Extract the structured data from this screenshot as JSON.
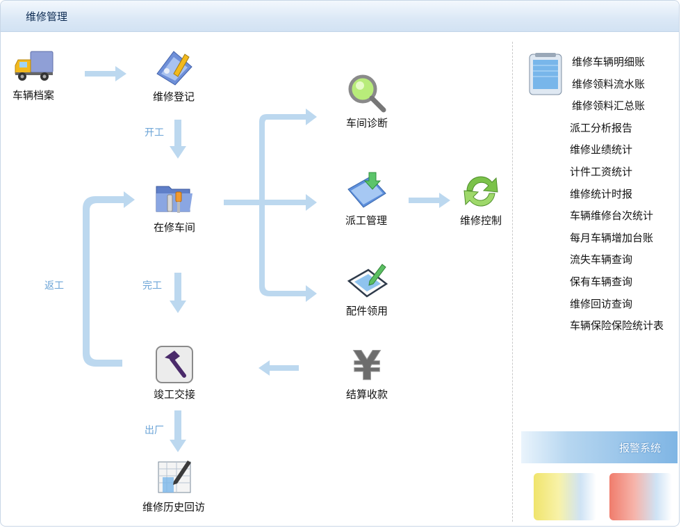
{
  "window": {
    "title": "维修管理"
  },
  "flow": {
    "nodes": {
      "vehicle_archive": "车辆档案",
      "repair_register": "维修登记",
      "workshop": "在修车间",
      "diagnosis": "车间诊断",
      "dispatch": "派工管理",
      "repair_control": "维修控制",
      "parts": "配件领用",
      "settlement": "结算收款",
      "handover": "竣工交接",
      "history": "维修历史回访"
    },
    "hints": {
      "start": "开工",
      "finish": "完工",
      "rework": "返工",
      "exit": "出厂"
    }
  },
  "reports": {
    "items": [
      "维修车辆明细账",
      "维修领料流水账",
      "维修领料汇总账",
      "派工分析报告",
      "维修业绩统计",
      "计件工资统计",
      "维修统计时报",
      "车辆维修台次统计",
      "每月车辆增加台账",
      "流失车辆查询",
      "保有车辆查询",
      "维修回访查询",
      "车辆保险保险统计表"
    ]
  },
  "alarm": {
    "title": "报警系统"
  },
  "colors": {
    "arrow": "#bcd8ef",
    "hint": "#6aa3d6",
    "title": "#0d2b52"
  }
}
